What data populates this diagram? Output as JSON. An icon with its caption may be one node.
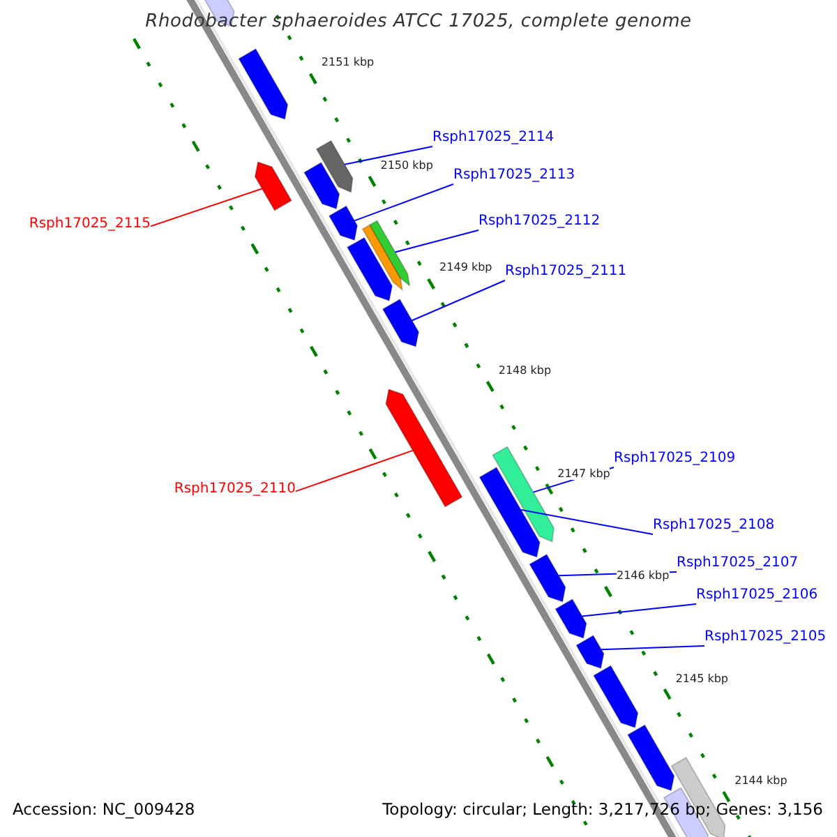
{
  "diagram": {
    "title": "Rhodobacter sphaeroides ATCC 17025, complete genome",
    "nodes": [
      {
        "text": [
          "Rsph17025_2114"
        ]
      },
      {
        "text": [
          "Rsph17025_2113"
        ]
      },
      {
        "text": [
          "Rsph17025_2115"
        ]
      },
      {
        "text": [
          "Rsph17025_2112"
        ]
      },
      {
        "text": [
          "Rsph17025_2111"
        ]
      },
      {
        "text": [
          "Rsph17025_2110"
        ]
      },
      {
        "text": [
          "Rsph17025_2109"
        ]
      },
      {
        "text": [
          "Rsph17025_2108"
        ]
      },
      {
        "text": [
          "Rsph17025_2107"
        ]
      },
      {
        "text": [
          "Rsph17025_2106"
        ]
      },
      {
        "text": [
          "Rsph17025_2105"
        ]
      },
      {
        "text": [],
        "shape": "bar"
      },
      {
        "text": [],
        "shape": "bar"
      },
      {
        "text": [],
        "shape": "bar"
      },
      {
        "text": [],
        "shape": "bar"
      },
      {
        "text": [],
        "shape": "bar"
      },
      {
        "text": [],
        "shape": "bar"
      },
      {
        "text": [],
        "shape": "bar"
      },
      {
        "text": [],
        "shape": "bar"
      },
      {
        "text": [],
        "shape": "bar"
      },
      {
        "text": [],
        "shape": "bar"
      },
      {
        "text": [],
        "shape": "bar"
      },
      {
        "text": [],
        "shape": "bar"
      },
      {
        "text": [],
        "shape": "bar"
      },
      {
        "text": [],
        "shape": "bar"
      },
      {
        "text": [],
        "shape": "bar"
      },
      {
        "text": [],
        "shape": "bar"
      },
      {
        "text": [],
        "shape": "bar"
      },
      {
        "text": [],
        "shape": "bar"
      },
      {
        "text": [],
        "shape": "bar"
      },
      {
        "text": [],
        "shape": "bar"
      }
    ],
    "edges": [
      {
        "from": 0,
        "to": 14,
        "arrow": "none"
      },
      {
        "from": 1,
        "to": 16,
        "arrow": "none"
      },
      {
        "from": 2,
        "to": 13,
        "arrow": "none",
        "color": "#ff0000"
      },
      {
        "from": 3,
        "to": 18,
        "arrow": "none"
      },
      {
        "from": 4,
        "to": 20,
        "arrow": "none"
      },
      {
        "from": 5,
        "to": 21,
        "arrow": "none",
        "color": "#ff0000"
      },
      {
        "from": 6,
        "to": 22,
        "arrow": "none"
      },
      {
        "from": 7,
        "to": 23,
        "arrow": "none"
      },
      {
        "from": 8,
        "to": 24,
        "arrow": "none"
      },
      {
        "from": 9,
        "to": 25,
        "arrow": "none"
      },
      {
        "from": 10,
        "to": 26,
        "arrow": "none"
      }
    ],
    "labels": [
      "2151 kbp",
      "2150 kbp",
      "2149 kbp",
      "2148 kbp",
      "2147 kbp",
      "2146 kbp",
      "2145 kbp",
      "2144 kbp",
      "Accession: NC_009428",
      "Topology: circular; Length: 3,217,726 bp; Genes: 3,156"
    ]
  }
}
